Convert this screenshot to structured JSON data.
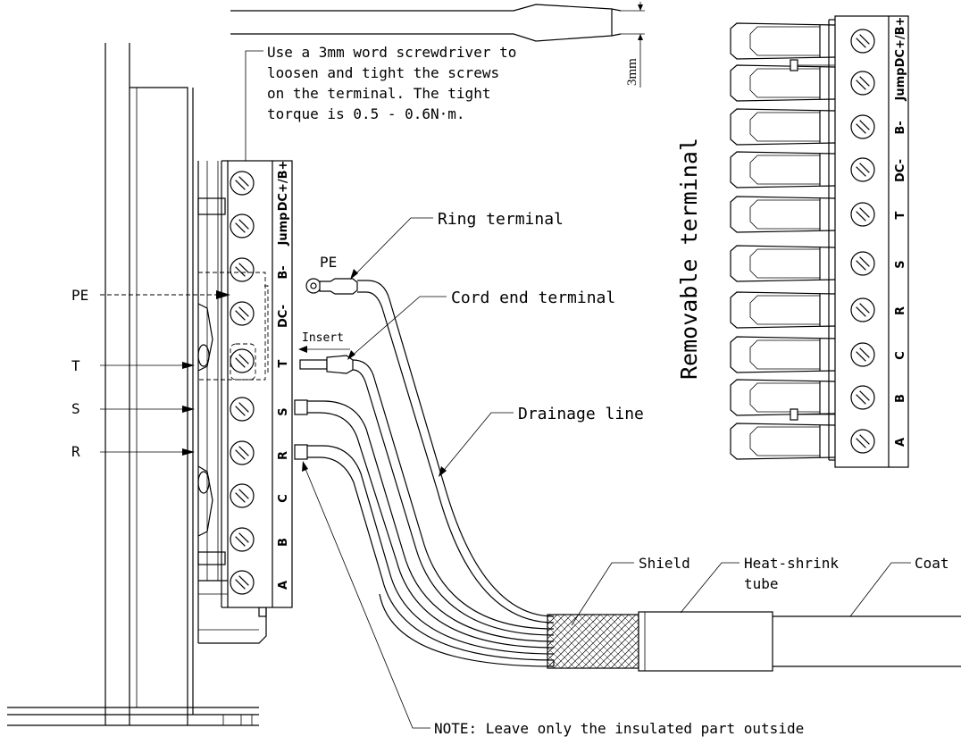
{
  "screwdriver": {
    "note_lines": [
      "Use a 3mm word screwdriver to",
      "loosen and tight the screws",
      "on the terminal. The tight",
      "torque is 0.5 - 0.6N·m."
    ],
    "width_label": "3mm"
  },
  "terminal_block": {
    "labels": [
      "DC+/B+",
      "Jump",
      "B-",
      "DC-",
      "T",
      "S",
      "R",
      "C",
      "B",
      "A"
    ]
  },
  "side_labels": {
    "pe": "PE",
    "t": "T",
    "s": "S",
    "r": "R"
  },
  "callouts": {
    "ring_terminal": "Ring terminal",
    "cord_end_terminal": "Cord end terminal",
    "drainage_line": "Drainage line",
    "shield": "Shield",
    "heat_shrink_line1": "Heat-shrink",
    "heat_shrink_line2": "tube",
    "coat": "Coat",
    "note": "NOTE: Leave only the insulated part outside",
    "pe_wire": "PE",
    "insert": "Insert"
  },
  "removable_terminal": {
    "title": "Removable terminal",
    "labels": [
      "DC+/B+",
      "Jump",
      "B-",
      "DC-",
      "T",
      "S",
      "R",
      "C",
      "B",
      "A"
    ]
  }
}
